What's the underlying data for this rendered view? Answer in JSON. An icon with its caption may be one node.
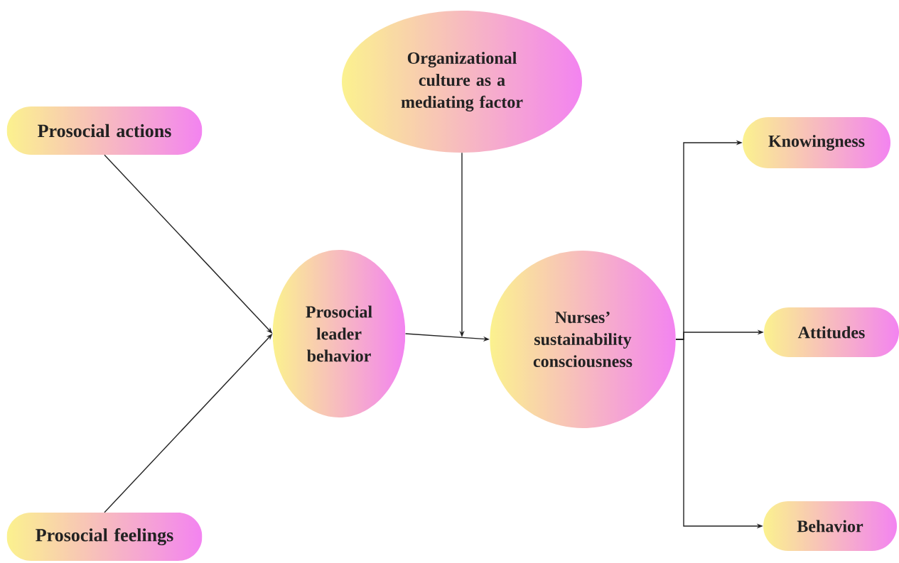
{
  "diagram": {
    "nodes": [
      {
        "text": [
          "Prosocial actions"
        ]
      },
      {
        "text": [
          "Prosocial feelings"
        ]
      },
      {
        "text": [
          "Organizational culture as a mediating factor"
        ]
      },
      {
        "text": [
          "Prosocial leader behavior"
        ]
      },
      {
        "text": [
          "Nurses’ sustainability consciousness"
        ]
      },
      {
        "text": [
          "Knowingness"
        ]
      },
      {
        "text": [
          "Attitudes"
        ]
      },
      {
        "text": [
          "Behavior"
        ]
      }
    ],
    "edges": [
      {
        "from": 0,
        "to": 3,
        "arrow": "to"
      },
      {
        "from": 1,
        "to": 3,
        "arrow": "to"
      },
      {
        "from": 3,
        "to": 4,
        "arrow": "to"
      },
      {
        "from": 2,
        "to": null,
        "arrow": "to"
      },
      {
        "from": 4,
        "to": 5,
        "arrow": "to"
      },
      {
        "from": 4,
        "to": 6,
        "arrow": "to"
      },
      {
        "from": 4,
        "to": 7,
        "arrow": "to"
      }
    ]
  }
}
